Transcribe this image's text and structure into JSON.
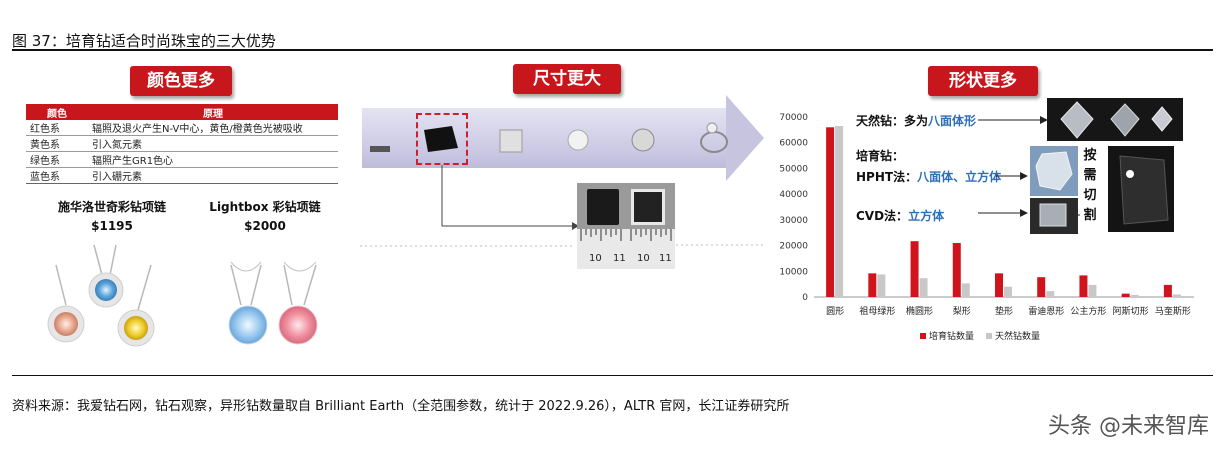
{
  "figure": {
    "title": "图  37：培育钻适合时尚珠宝的三大优势",
    "source": "资料来源：我爱钻石网，钻石观察，异形钻数量取自 Brilliant Earth（全范围参数，统计于 2022.9.26），ALTR 官网，长江证券研究所",
    "watermark": "头条 @未来智库"
  },
  "color_section": {
    "heading": "颜色更多",
    "table": {
      "headers": [
        "颜色",
        "原理"
      ],
      "rows": [
        [
          "红色系",
          "辐照及退火产生N-V中心，黄色/橙黄色光被吸收"
        ],
        [
          "黄色系",
          "引入氮元素"
        ],
        [
          "绿色系",
          "辐照产生GR1色心"
        ],
        [
          "蓝色系",
          "引入硼元素"
        ]
      ]
    },
    "products": [
      {
        "name": "施华洛世奇彩钻项链",
        "price": "$1195"
      },
      {
        "name": "Lightbox 彩钻项链",
        "price": "$2000"
      }
    ]
  },
  "size_section": {
    "heading": "尺寸更大",
    "ruler_labels": [
      "10",
      "11",
      "10",
      "11"
    ]
  },
  "shape_section": {
    "heading": "形状更多",
    "natural_label": "天然钻：多为",
    "natural_label_em": "八面体形",
    "cultivated_label": "培育钻：",
    "hpht_label": "HPHT法：",
    "hpht_em": "八面体、立方体",
    "cvd_label": "CVD法：",
    "cvd_em": "立方体",
    "cut_chars": [
      "按",
      "需",
      "切",
      "割"
    ]
  },
  "colors": {
    "cultivated": "#d0141c",
    "natural": "#c8c8c8",
    "accent": "#c8161d",
    "blue_text": "#2f6fb8"
  },
  "chart_data": {
    "type": "bar",
    "categories": [
      "圆形",
      "祖母绿形",
      "椭圆形",
      "梨形",
      "垫形",
      "雷迪恩形",
      "公主方形",
      "阿斯切形",
      "马奎斯形"
    ],
    "series": [
      {
        "name": "培育钻数量",
        "values": [
          66000,
          9200,
          21700,
          21000,
          9200,
          7700,
          8400,
          1300,
          4700
        ]
      },
      {
        "name": "天然钻数量",
        "values": [
          66500,
          8800,
          7300,
          5300,
          4000,
          2300,
          4700,
          800,
          1000
        ]
      }
    ],
    "ylim": [
      0,
      70000
    ],
    "yticks": [
      0,
      10000,
      20000,
      30000,
      40000,
      50000,
      60000,
      70000
    ],
    "legend": "bottom",
    "grid": false
  }
}
